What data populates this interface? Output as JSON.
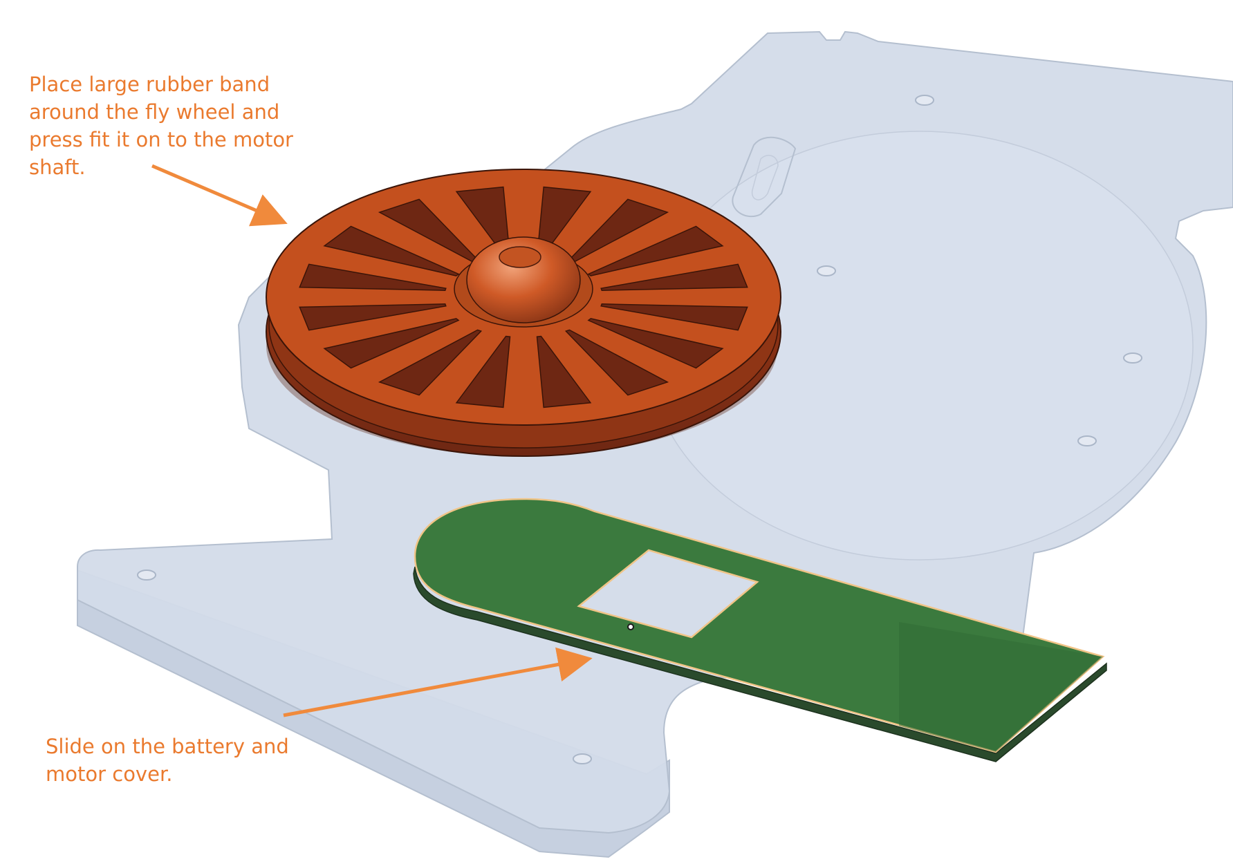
{
  "annotations": {
    "flywheel_instruction": {
      "lines": [
        "Place large rubber band",
        "around the fly wheel and",
        "press fit it on to the motor",
        "shaft."
      ]
    },
    "cover_instruction": {
      "lines": [
        "Slide on the battery and",
        "motor cover."
      ]
    }
  },
  "colors": {
    "background": "#ffffff",
    "base_plate_fill": "#d3dbe9",
    "base_plate_edge": "#b4bfcf",
    "flywheel": "#c4501e",
    "flywheel_dark": "#6e2713",
    "cover": "#3b7a3e",
    "cover_outline": "#f0c487",
    "annotation_text": "#ea7a2e",
    "arrow": "#f08a3c"
  },
  "icons": {
    "arrow_to_flywheel": "arrow-icon",
    "arrow_to_cover": "arrow-icon"
  }
}
